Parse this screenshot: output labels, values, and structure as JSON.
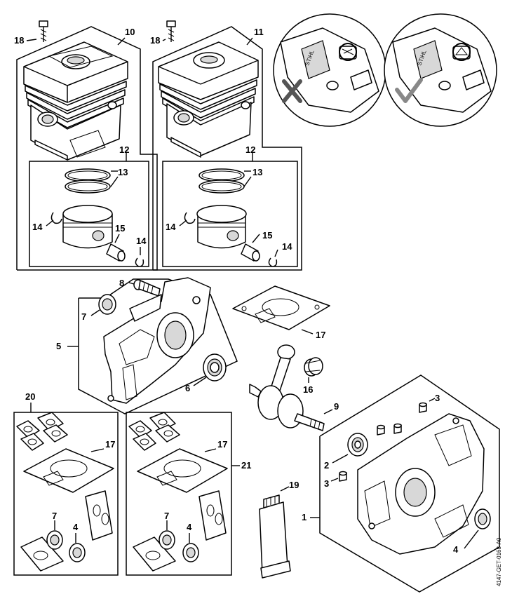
{
  "callouts": {
    "c18a": "18",
    "c10": "10",
    "c18b": "18",
    "c11": "11",
    "c12a": "12",
    "c13a": "13",
    "c14a": "14",
    "c15a": "15",
    "c14b": "14",
    "c12b": "12",
    "c13b": "13",
    "c14c": "14",
    "c15b": "15",
    "c14d": "14",
    "c8": "8",
    "c7a": "7",
    "c5": "5",
    "c17a": "17",
    "c6": "6",
    "c16": "16",
    "c9": "9",
    "c3a": "3",
    "c2": "2",
    "c3b": "3",
    "c1": "1",
    "c4a": "4",
    "c20": "20",
    "c17b": "17",
    "c7b": "7",
    "c4b": "4",
    "c17c": "17",
    "c21": "21",
    "c7c": "7",
    "c4c": "4",
    "c19": "19"
  },
  "doc_code": "4147-GET-0168-A0",
  "icons": [
    "wrong-x-icon",
    "correct-check-icon"
  ]
}
